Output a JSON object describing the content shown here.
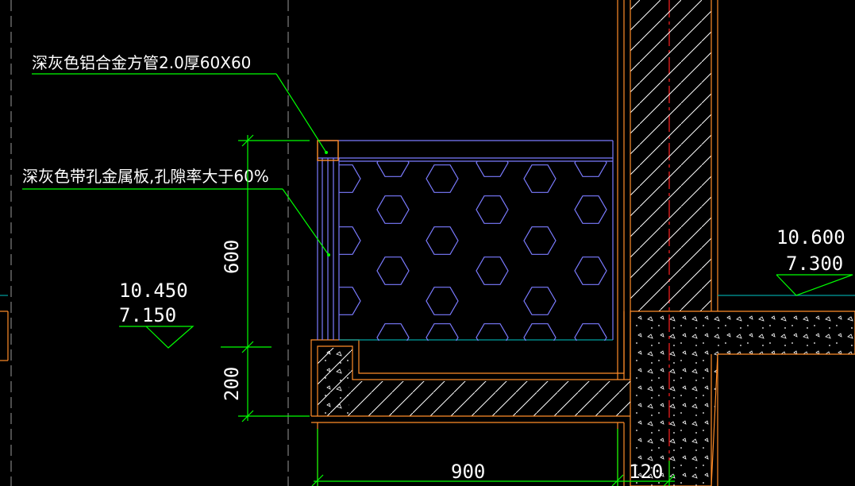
{
  "annotations": {
    "tube_label": "深灰色铝合金方管2.0厚60X60",
    "panel_label": "深灰色带孔金属板,孔隙率大于60%"
  },
  "levels": {
    "left": {
      "upper": "10.450",
      "lower": "7.150"
    },
    "right": {
      "upper": "10.600",
      "lower": "7.300"
    }
  },
  "dimensions": {
    "panel_height": "600",
    "curb_height": "200",
    "width": "900",
    "wall": "120"
  },
  "colors": {
    "background": "#000000",
    "dimension": "#00ff00",
    "outline": "#ff8c28",
    "panel": "#7b7bff",
    "hatch": "#ffffff",
    "centerline": "#ff2020",
    "level_line": "#00a0a0"
  }
}
